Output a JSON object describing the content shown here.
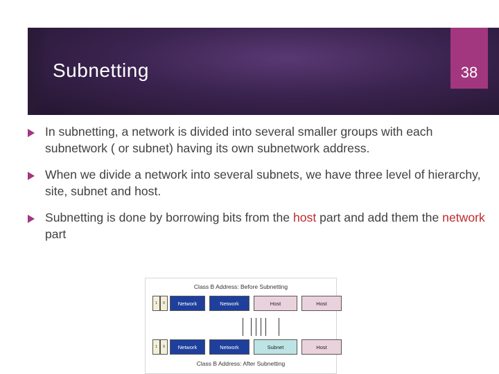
{
  "slide": {
    "number": "38",
    "title": "Subnetting"
  },
  "bullets": [
    {
      "pre": "In subnetting, a network is divided into several smaller groups with each subnetwork ( or subnet) having its own subnetwork address."
    },
    {
      "pre": "When we divide a network into several subnets, we have three level of hierarchy, site, subnet and host."
    },
    {
      "pre": "Subnetting is done by borrowing bits from the ",
      "hl1": "host",
      "mid": " part and add them the ",
      "hl2": "network",
      "post": " part"
    }
  ],
  "diagram": {
    "top_caption": "Class B Address: Before Subnetting",
    "bottom_caption": "Class B Address: After Subnetting",
    "before_row": [
      "1",
      "0",
      "Network",
      "Network",
      "Host",
      "Host"
    ],
    "after_row": [
      "1",
      "0",
      "Network",
      "Network",
      "Subnet",
      "Host"
    ]
  },
  "colors": {
    "header": "#3b2450",
    "accent": "#a2377f",
    "highlight": "#c0282d",
    "body_text": "#404040"
  }
}
